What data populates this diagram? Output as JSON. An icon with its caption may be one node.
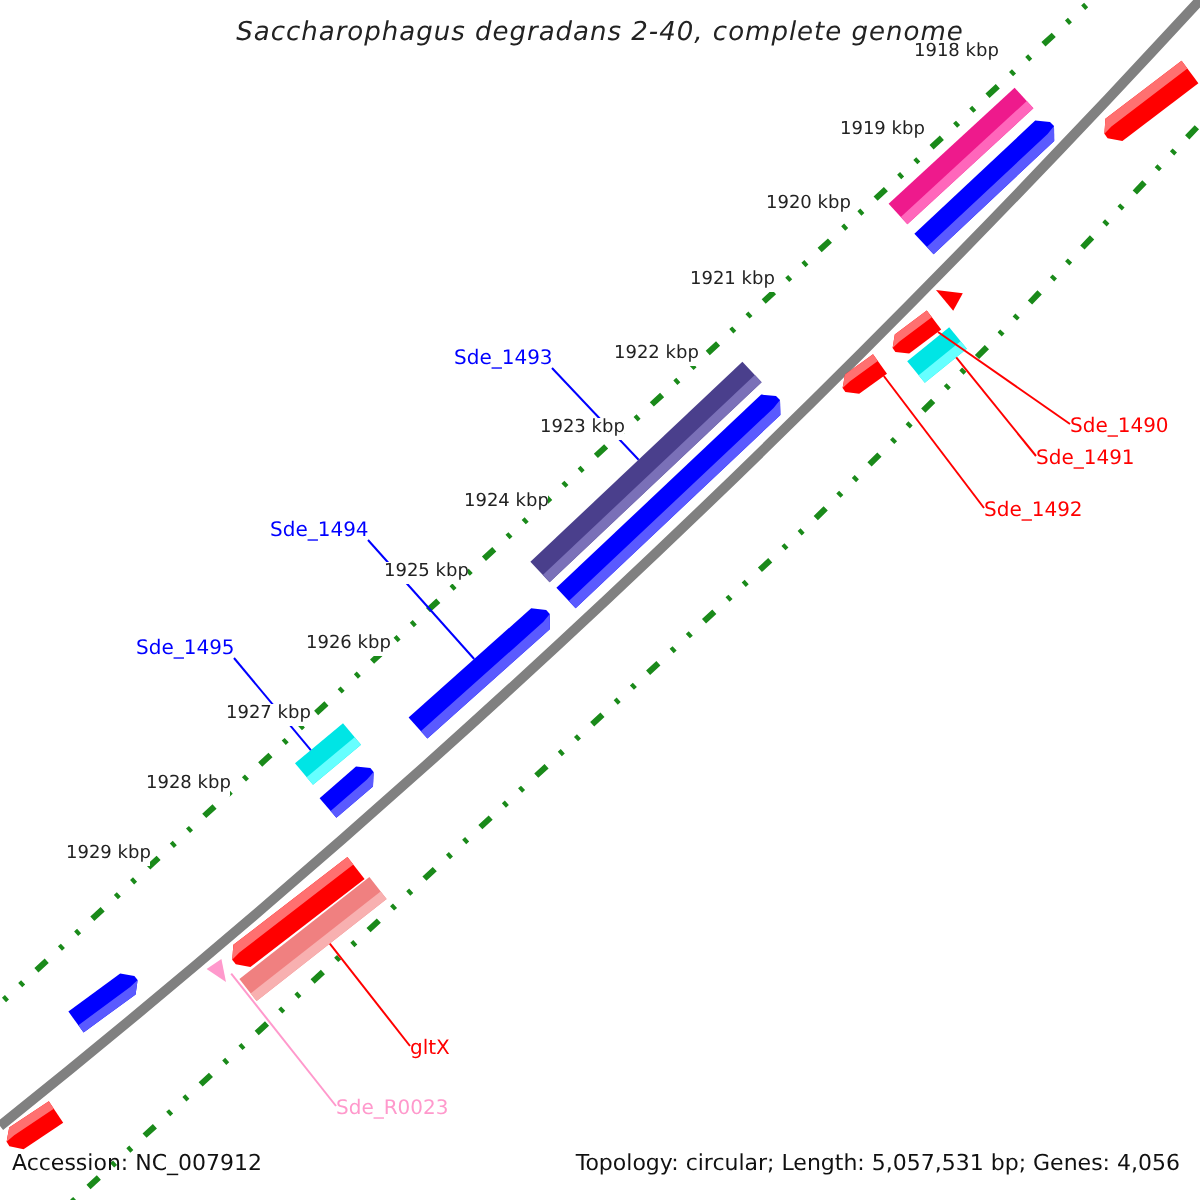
{
  "diagram": {
    "title": "Saccharophagus degradans 2-40, complete genome",
    "nodes": [
      {
        "text": [],
        "shape": "arrow"
      },
      {
        "text": [],
        "shape": "bar"
      },
      {
        "text": [],
        "shape": "arrow"
      },
      {
        "text": [],
        "shape": "triangle"
      },
      {
        "text": [],
        "shape": "arrow"
      },
      {
        "text": [],
        "shape": "bar"
      },
      {
        "text": [],
        "shape": "arrow"
      },
      {
        "text": [],
        "shape": "bar"
      },
      {
        "text": [],
        "shape": "arrow"
      },
      {
        "text": [],
        "shape": "arrow"
      },
      {
        "text": [],
        "shape": "bar"
      },
      {
        "text": [],
        "shape": "arrow"
      },
      {
        "text": [],
        "shape": "arrow"
      },
      {
        "text": [],
        "shape": "bar"
      },
      {
        "text": [],
        "shape": "triangle"
      },
      {
        "text": [],
        "shape": "arrow"
      },
      {
        "text": [],
        "shape": "arrow"
      },
      {
        "text": [
          "Sde_1493"
        ]
      },
      {
        "text": [
          "Sde_1490"
        ]
      },
      {
        "text": [
          "Sde_1491"
        ]
      },
      {
        "text": [
          "Sde_1492"
        ]
      },
      {
        "text": [
          "Sde_1494"
        ]
      },
      {
        "text": [
          "Sde_1495"
        ]
      },
      {
        "text": [
          "gltX"
        ]
      },
      {
        "text": [
          "Sde_R0023"
        ]
      }
    ],
    "edges": [
      {
        "from": 17,
        "to": 7,
        "arrow": "none",
        "color": "#0000ff"
      },
      {
        "from": 18,
        "to": 4,
        "arrow": "none"
      },
      {
        "from": 19,
        "to": 5,
        "arrow": "none"
      },
      {
        "from": 20,
        "to": 6,
        "arrow": "none"
      },
      {
        "from": 21,
        "to": 9,
        "arrow": "none",
        "color": "#0000ff"
      },
      {
        "from": 22,
        "to": 10,
        "arrow": "none",
        "color": "#0000ff"
      },
      {
        "from": 23,
        "to": 13,
        "arrow": "none"
      },
      {
        "from": 24,
        "to": 14,
        "arrow": "none",
        "color": "#ff99cc"
      }
    ],
    "labels": [
      "1918 kbp",
      "1919 kbp",
      "1920 kbp",
      "1921 kbp",
      "1922 kbp",
      "1923 kbp",
      "1924 kbp",
      "1925 kbp",
      "1926 kbp",
      "1927 kbp",
      "1928 kbp",
      "1929 kbp",
      "Accession: NC_007912",
      "Topology: circular; Length: 5,057,531 bp; Genes: 4,056"
    ]
  }
}
